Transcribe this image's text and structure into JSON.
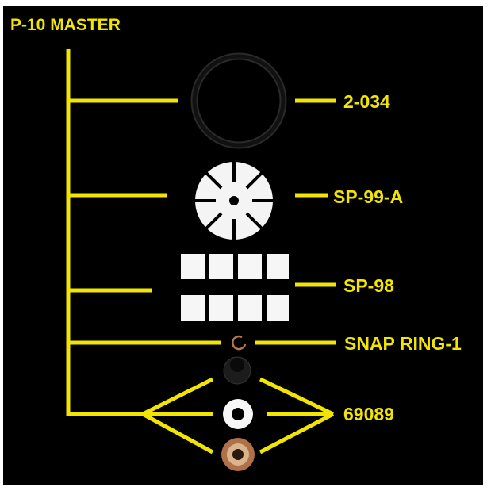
{
  "title": "P-10 MASTER",
  "parts": [
    {
      "label": "2-034",
      "item": "o-ring"
    },
    {
      "label": "SP-99-A",
      "item": "white-slotted-disc"
    },
    {
      "label": "SP-98",
      "item": "white-square-pads",
      "quantity": 8
    },
    {
      "label": "SNAP RING-1",
      "item": "snap-ring"
    },
    {
      "label": "69089",
      "item": "washer-set",
      "quantity": 3
    }
  ],
  "colors": {
    "background": "#000000",
    "lines": "#f2e600",
    "labels": "#f2e600",
    "parts": "#ffffff",
    "oring": "#1a1a1a",
    "snap_ring": "#b8794a",
    "bronze_washer": "#b07048"
  }
}
